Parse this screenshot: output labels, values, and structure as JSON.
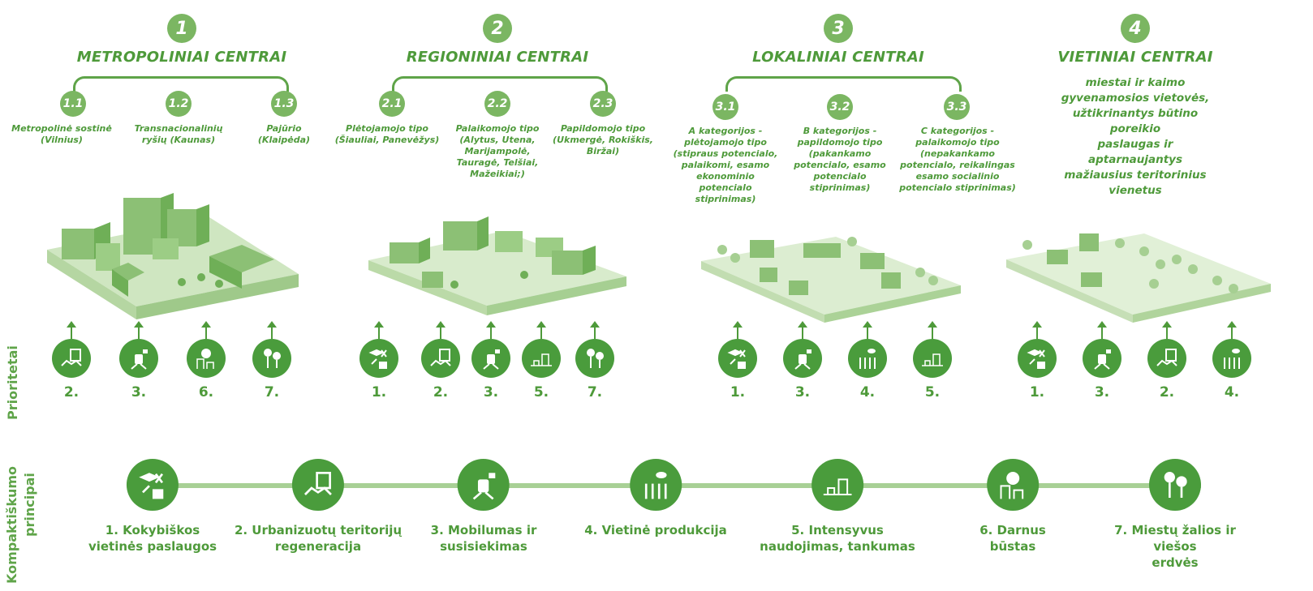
{
  "colors": {
    "primary": "#4a9c3c",
    "light": "#7bb662",
    "pale": "#a8d095"
  },
  "groups": [
    {
      "number": "1",
      "title": "METROPOLINIAI CENTRAI",
      "subs": [
        {
          "num": "1.1",
          "text": "Metropolinė sostinė\n(Vilnius)"
        },
        {
          "num": "1.2",
          "text": "Transnacionalinių\nryšių (Kaunas)"
        },
        {
          "num": "1.3",
          "text": "Pajūrio\n(Klaipėda)"
        }
      ],
      "priorities": [
        "2.",
        "3.",
        "6.",
        "7."
      ]
    },
    {
      "number": "2",
      "title": "REGIONINIAI CENTRAI",
      "subs": [
        {
          "num": "2.1",
          "text": "Plėtojamojo tipo\n(Šiauliai, Panevėžys)"
        },
        {
          "num": "2.2",
          "text": "Palaikomojo tipo\n(Alytus, Utena,\nMarijampolė,\nTauragė, Telšiai,\nMažeikiai;)"
        },
        {
          "num": "2.3",
          "text": "Papildomojo tipo\n(Ukmergė, Rokiškis,\nBiržai)"
        }
      ],
      "priorities": [
        "1.",
        "2.",
        "3.",
        "5.",
        "7."
      ]
    },
    {
      "number": "3",
      "title": "LOKALINIAI CENTRAI",
      "subs": [
        {
          "num": "3.1",
          "text": "A kategorijos -\nplėtojamojo tipo\n(stipraus potencialo,\npalaikomi, esamo\nekonominio\npotencialo\nstiprinimas)"
        },
        {
          "num": "3.2",
          "text": "B kategorijos -\npapildomojo tipo\n(pakankamo\npotencialo, esamo\npotencialo\nstiprinimas)"
        },
        {
          "num": "3.3",
          "text": "C kategorijos -\npalaikomojo tipo\n(nepakankamo\npotencialo, reikalingas\nesamo socialinio\npotencialo stiprinimas)"
        }
      ],
      "priorities": [
        "1.",
        "3.",
        "4.",
        "5."
      ]
    },
    {
      "number": "4",
      "title": "VIETINIAI CENTRAI",
      "description": "miestai ir kaimo\ngyvenamosios vietovės,\nužtikrinantys būtino poreikio\npaslaugas ir aptarnaujantys\nmažiausius teritorinius\nvienetus",
      "priorities": [
        "1.",
        "3.",
        "2.",
        "4."
      ]
    }
  ],
  "row_labels": {
    "priorities": "Prioritetai",
    "principles_line1": "Kompaktiškumo",
    "principles_line2": "principai"
  },
  "principles": [
    {
      "label": "1. Kokybiškos\nvietinės paslaugos",
      "icon": "services-icon"
    },
    {
      "label": "2. Urbanizuotų teritorijų\nregeneracija",
      "icon": "regeneration-icon"
    },
    {
      "label": "3. Mobilumas ir\nsusisiekimas",
      "icon": "mobility-icon"
    },
    {
      "label": "4. Vietinė produkcija",
      "icon": "local-production-icon"
    },
    {
      "label": "5. Intensyvus\nnaudojimas, tankumas",
      "icon": "density-icon"
    },
    {
      "label": "6. Darnus\nbūstas",
      "icon": "housing-icon"
    },
    {
      "label": "7. Miestų žalios ir viešos\nerdvės",
      "icon": "green-space-icon"
    }
  ]
}
